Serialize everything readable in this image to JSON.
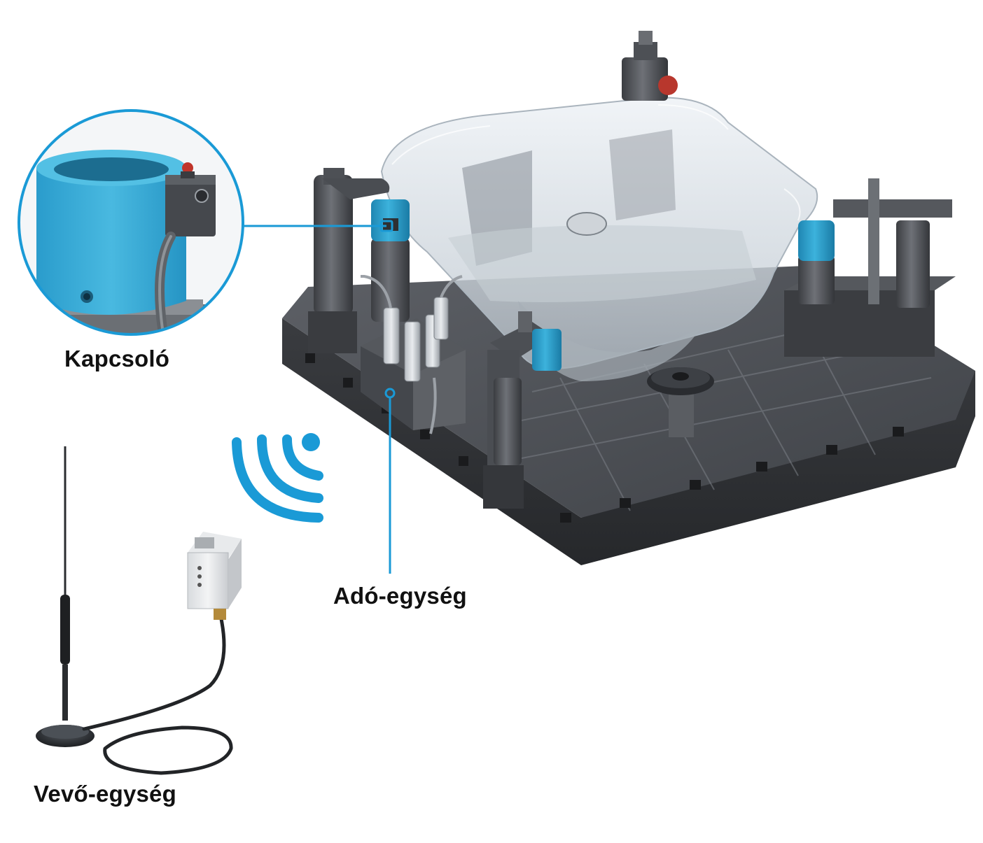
{
  "labels": {
    "switch": "Kapcsoló",
    "transmitter": "Adó-egység",
    "receiver": "Vevő-egység"
  },
  "colors": {
    "accent": "#1a9ad6",
    "switch_body": "#33a8cf",
    "fixture_dark": "#3a3c40",
    "glass": "#dfe7ee"
  }
}
